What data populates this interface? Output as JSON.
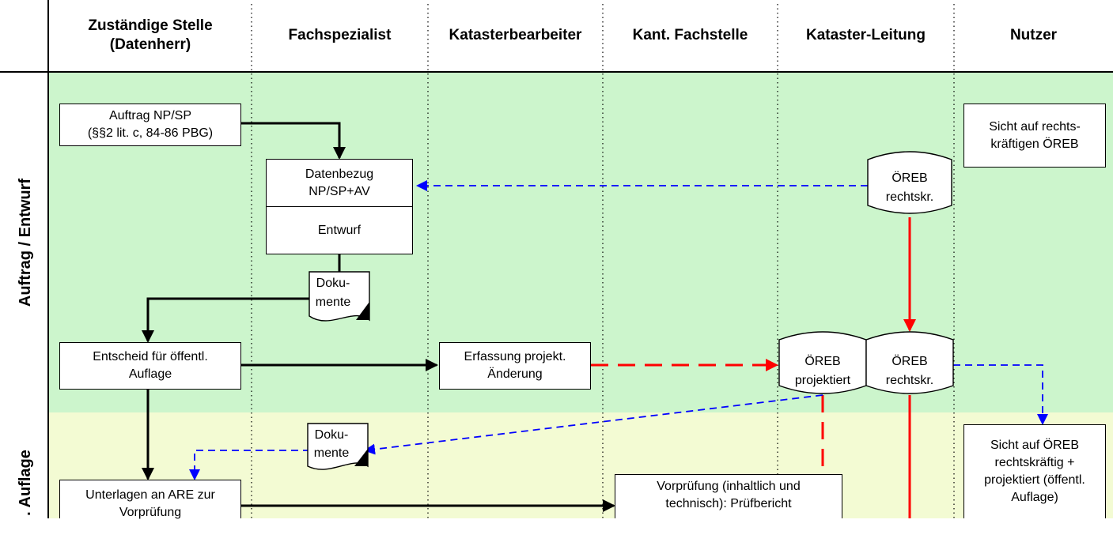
{
  "columns": [
    {
      "line1": "Zuständige Stelle",
      "line2": "(Datenherr)"
    },
    {
      "line1": "Fachspezialist",
      "line2": ""
    },
    {
      "line1": "Katasterbearbeiter",
      "line2": ""
    },
    {
      "line1": "Kant. Fachstelle",
      "line2": ""
    },
    {
      "line1": "Kataster-Leitung",
      "line2": ""
    },
    {
      "line1": "Nutzer",
      "line2": ""
    }
  ],
  "phases": {
    "auftrag": "Auftrag / Entwurf",
    "auflage": ". Auflage"
  },
  "colors": {
    "phase1_bg": "#ccf5cc",
    "phase2_bg": "#f3fbd3",
    "flow_black": "#000000",
    "flow_red": "#ff0000",
    "flow_blue": "#0000ff"
  },
  "nodes": {
    "auftrag": {
      "line1": "Auftrag NP/SP",
      "line2": "(§§2 lit. c, 84-86 PBG)"
    },
    "datenbezug": {
      "line1": "Datenbezug",
      "line2": "NP/SP+AV"
    },
    "entwurf": "Entwurf",
    "dokumente1": {
      "line1": "Doku-",
      "line2": "mente"
    },
    "entscheid": {
      "line1": "Entscheid für öffentl.",
      "line2": "Auflage"
    },
    "erfassung": {
      "line1": "Erfassung  projekt.",
      "line2": "Änderung"
    },
    "oreb_rechtskr_top": {
      "line1": "ÖREB",
      "line2": "rechtskr."
    },
    "oreb_projektiert": {
      "line1": "ÖREB",
      "line2": "projektiert"
    },
    "oreb_rechtskr_mid": {
      "line1": "ÖREB",
      "line2": "rechtskr."
    },
    "sicht1": {
      "line1": "Sicht auf rechts-",
      "line2": "kräftigen ÖREB"
    },
    "sicht2": {
      "line1": "Sicht auf ÖREB",
      "line2": "rechtskräftig +",
      "line3": "projektiert (öffentl.",
      "line4": "Auflage)"
    },
    "dokumente2": {
      "line1": "Doku-",
      "line2": "mente"
    },
    "unterlagen": {
      "line1": "Unterlagen an ARE zur",
      "line2": "Vorprüfung"
    },
    "vorpruefung": {
      "line1": "Vorprüfung (inhaltlich und",
      "line2": "technisch): Prüfbericht"
    }
  }
}
